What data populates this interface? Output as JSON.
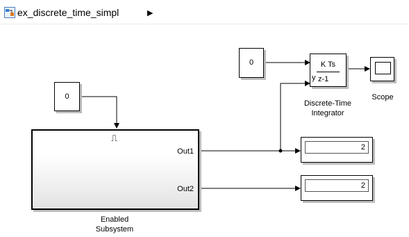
{
  "breadcrumb": {
    "model_name": "ex_discrete_time_simpl",
    "arrow": "▶",
    "icon": "model-icon"
  },
  "blocks": {
    "constant_top": {
      "value": "0"
    },
    "constant_left": {
      "value": "0"
    },
    "integrator": {
      "numerator": "K Ts",
      "denominator": "z-1",
      "port_label": "y",
      "label_line1": "Discrete-Time",
      "label_line2": "Integrator"
    },
    "scope": {
      "label": "Scope"
    },
    "display_1": {
      "value": "2"
    },
    "display_2": {
      "value": "2"
    },
    "subsystem": {
      "enable_symbol": "⎍",
      "out1": "Out1",
      "out2": "Out2",
      "label_line1": "Enabled",
      "label_line2": "Subsystem"
    }
  }
}
